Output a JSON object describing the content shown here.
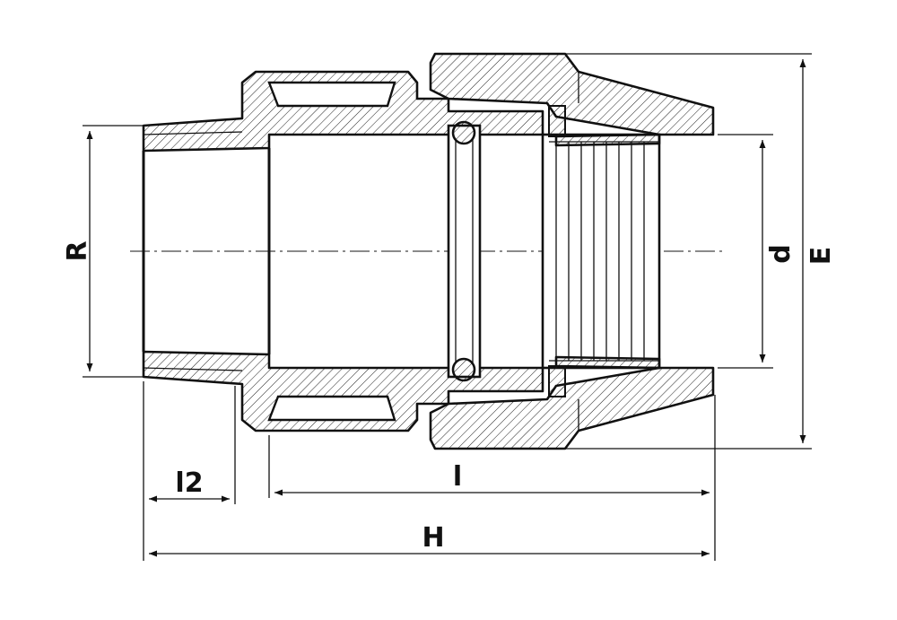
{
  "labels": {
    "R": "R",
    "d": "d",
    "E": "E",
    "l2": "l2",
    "l": "l",
    "H": "H"
  },
  "colors": {
    "line": "#111111",
    "background": "#ffffff"
  }
}
